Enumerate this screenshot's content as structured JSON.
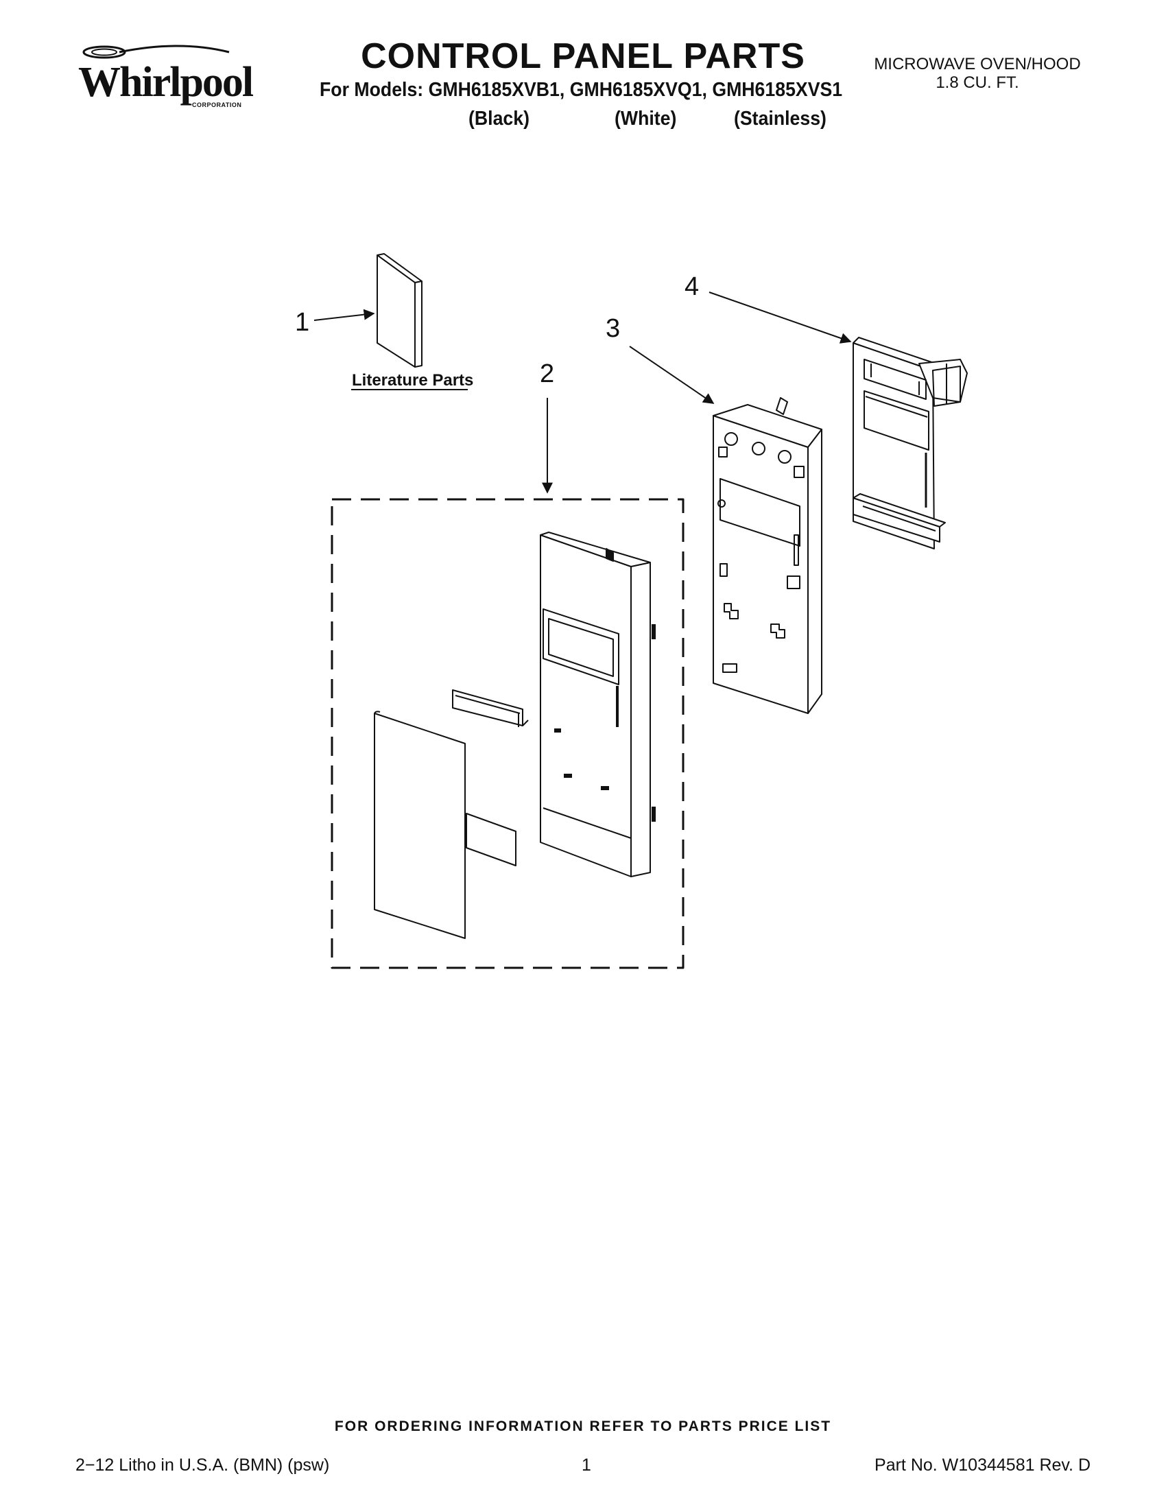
{
  "brand": {
    "name": "Whirlpool",
    "sub": "CORPORATION"
  },
  "header": {
    "title": "CONTROL PANEL PARTS",
    "models_line": "For Models: GMH6185XVB1, GMH6185XVQ1, GMH6185XVS1",
    "colors": [
      "(Black)",
      "(White)",
      "(Stainless)"
    ],
    "product_line1": "MICROWAVE OVEN/HOOD",
    "product_line2": "1.8 CU. FT."
  },
  "diagram": {
    "callouts": [
      "1",
      "2",
      "3",
      "4"
    ],
    "literature_label": "Literature Parts"
  },
  "footer": {
    "ordering": "FOR ORDERING INFORMATION REFER TO PARTS PRICE LIST",
    "litho": "2−12 Litho in U.S.A. (BMN) (psw)",
    "page": "1",
    "part_no": "Part No. W10344581 Rev. D"
  }
}
